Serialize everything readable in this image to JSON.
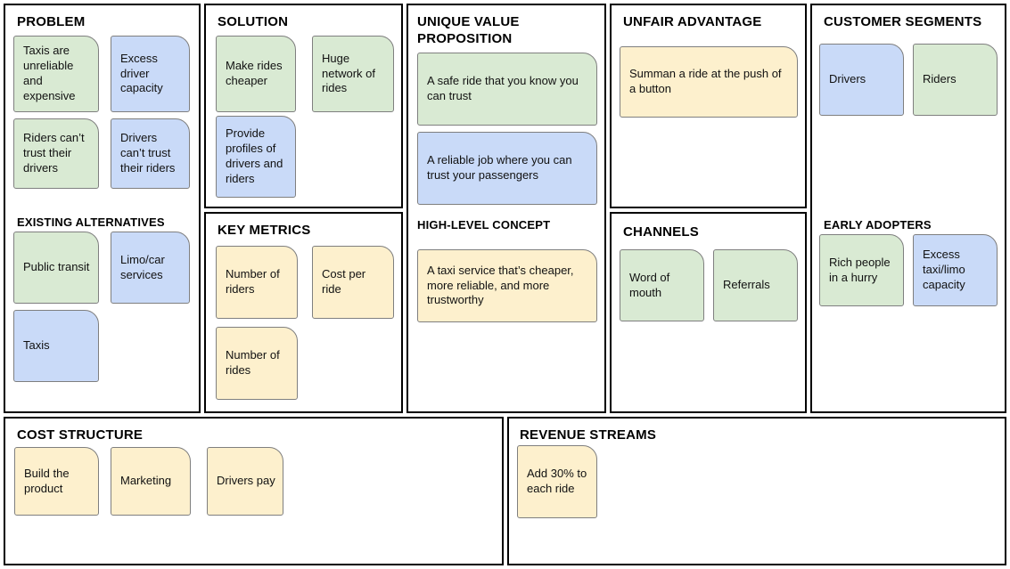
{
  "palette": {
    "green": "#d9ead3",
    "blue": "#c9daf8",
    "yellow": "#fdf0cd",
    "note_border": "#7f7f7f",
    "box_border": "#000000"
  },
  "sections": {
    "problem": {
      "title": "PROBLEM",
      "notes": [
        {
          "text": "Taxis are unreliable and expensive",
          "color": "green"
        },
        {
          "text": "Excess driver capacity",
          "color": "blue"
        },
        {
          "text": "Riders can’t trust their drivers",
          "color": "green"
        },
        {
          "text": "Drivers can’t trust their riders",
          "color": "blue"
        }
      ]
    },
    "existing_alternatives": {
      "title": "EXISTING ALTERNATIVES",
      "notes": [
        {
          "text": "Public transit",
          "color": "green"
        },
        {
          "text": "Limo/car services",
          "color": "blue"
        },
        {
          "text": "Taxis",
          "color": "blue"
        }
      ]
    },
    "solution": {
      "title": "SOLUTION",
      "notes": [
        {
          "text": "Make rides cheaper",
          "color": "green"
        },
        {
          "text": "Huge network of rides",
          "color": "green"
        },
        {
          "text": "Provide profiles of drivers and riders",
          "color": "blue"
        }
      ]
    },
    "key_metrics": {
      "title": "KEY METRICS",
      "notes": [
        {
          "text": "Number of riders",
          "color": "yellow"
        },
        {
          "text": "Cost per ride",
          "color": "yellow"
        },
        {
          "text": "Number of rides",
          "color": "yellow"
        }
      ]
    },
    "unique_value_proposition": {
      "title": "UNIQUE VALUE PROPOSITION",
      "notes": [
        {
          "text": "A safe ride that you know you can trust",
          "color": "green"
        },
        {
          "text": "A reliable job where you can trust your passengers",
          "color": "blue"
        }
      ]
    },
    "high_level_concept": {
      "title": "HIGH-LEVEL CONCEPT",
      "notes": [
        {
          "text": "A taxi service that’s cheaper, more reliable, and more trustworthy",
          "color": "yellow"
        }
      ]
    },
    "unfair_advantage": {
      "title": "UNFAIR ADVANTAGE",
      "notes": [
        {
          "text": "Summan a ride at the push of a button",
          "color": "yellow"
        }
      ]
    },
    "channels": {
      "title": "CHANNELS",
      "notes": [
        {
          "text": "Word of mouth",
          "color": "green"
        },
        {
          "text": "Referrals",
          "color": "green"
        }
      ]
    },
    "customer_segments": {
      "title": "CUSTOMER SEGMENTS",
      "notes": [
        {
          "text": "Drivers",
          "color": "blue"
        },
        {
          "text": "Riders",
          "color": "green"
        }
      ]
    },
    "early_adopters": {
      "title": "EARLY ADOPTERS",
      "notes": [
        {
          "text": "Rich people in a hurry",
          "color": "green"
        },
        {
          "text": "Excess taxi/limo capacity",
          "color": "blue"
        }
      ]
    },
    "cost_structure": {
      "title": "COST STRUCTURE",
      "notes": [
        {
          "text": "Build the product",
          "color": "yellow"
        },
        {
          "text": "Marketing",
          "color": "yellow"
        },
        {
          "text": "Drivers pay",
          "color": "yellow"
        }
      ]
    },
    "revenue_streams": {
      "title": "REVENUE STREAMS",
      "notes": [
        {
          "text": "Add 30% to each ride",
          "color": "yellow"
        }
      ]
    }
  }
}
